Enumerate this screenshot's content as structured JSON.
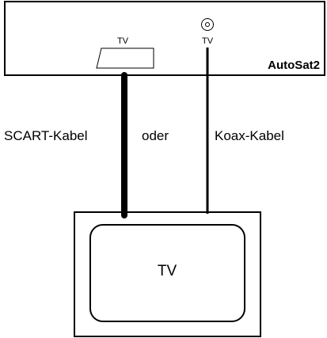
{
  "receiver": {
    "brand": "AutoSat2",
    "scart_port_label": "TV",
    "coax_port_label": "TV"
  },
  "cables": {
    "scart_label": "SCART-Kabel",
    "or_label": "oder",
    "coax_label": "Koax-Kabel"
  },
  "television": {
    "label": "TV"
  },
  "colors": {
    "line": "#000000",
    "background": "#ffffff"
  }
}
